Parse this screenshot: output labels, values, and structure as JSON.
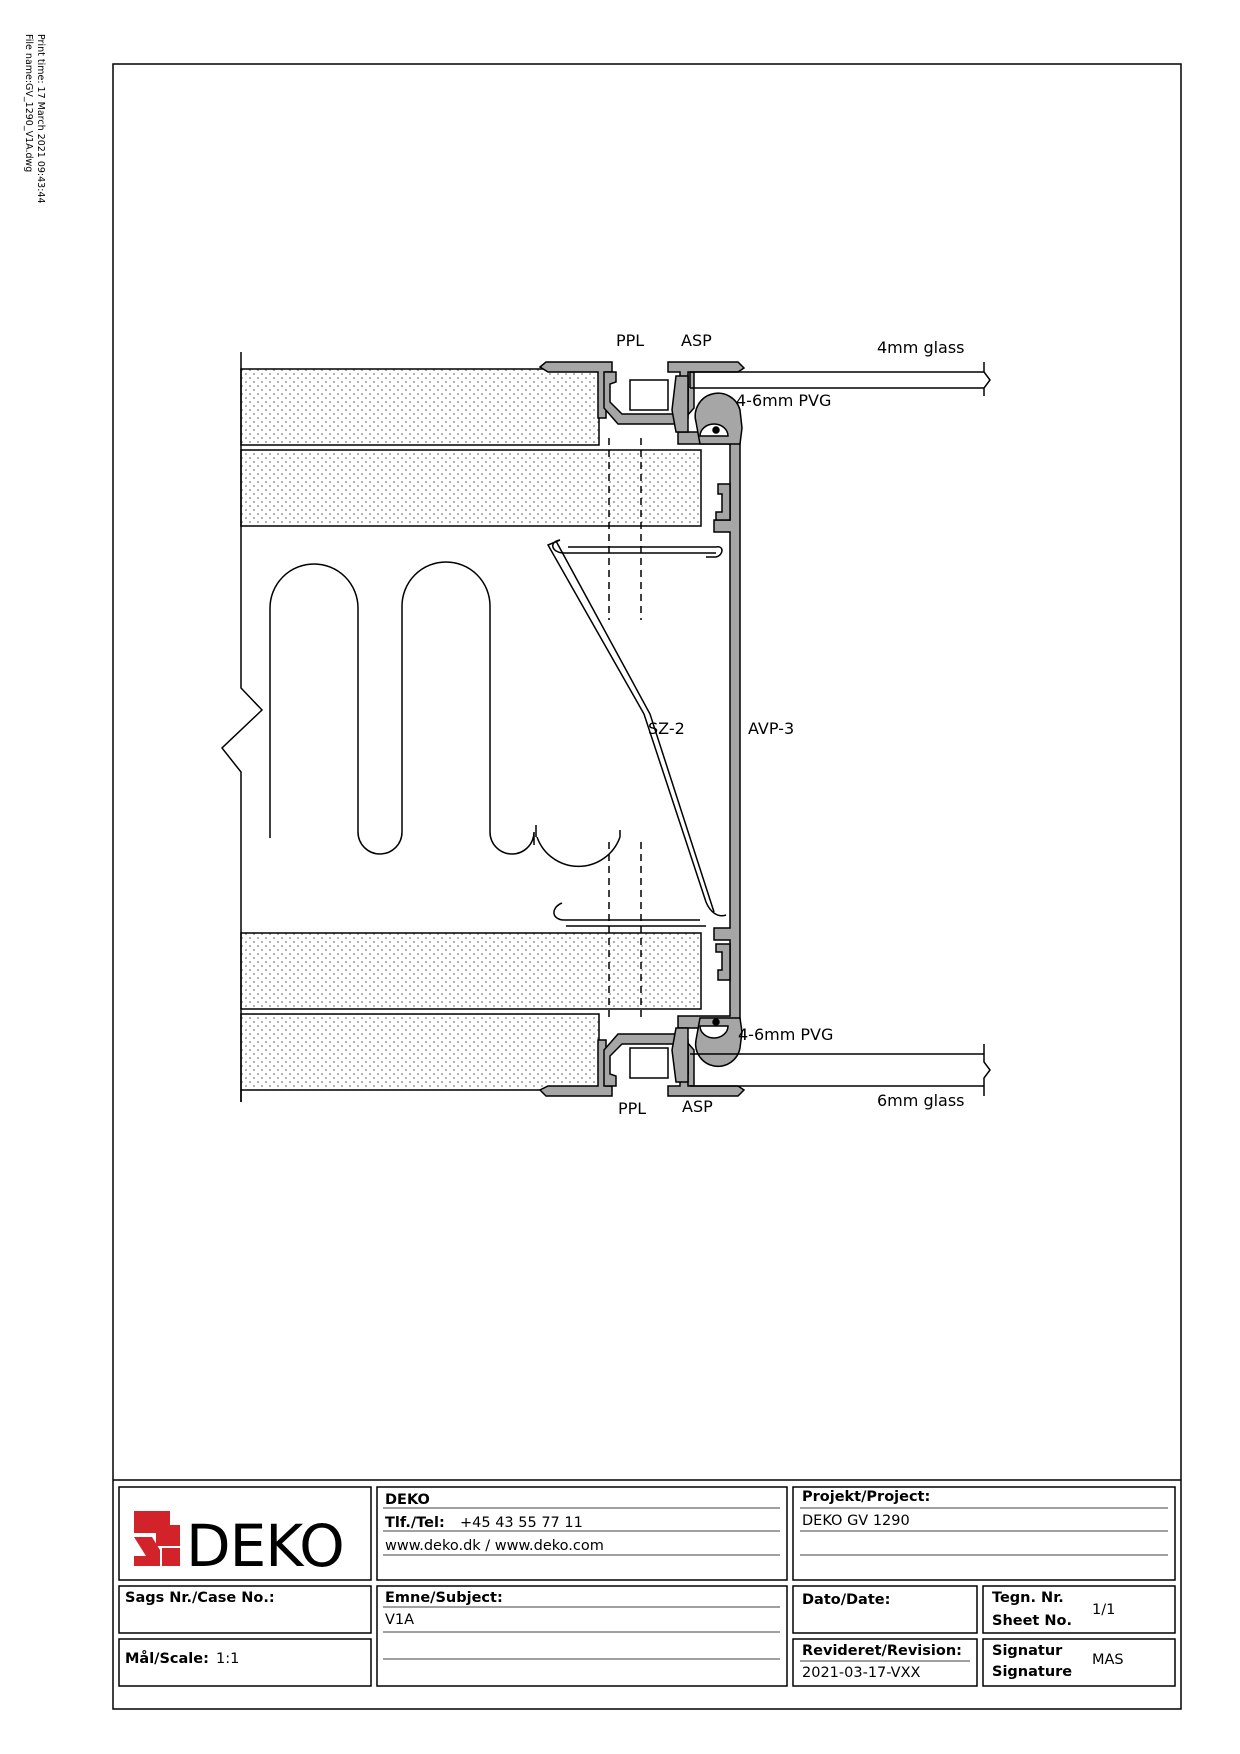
{
  "print_meta": {
    "print_time": "Print time: 17 March 2021 09:43:44",
    "file_name": "File name:GV_1290_V1A.dwg"
  },
  "drawing": {
    "labels": {
      "ppl_top": "PPL",
      "asp_top": "ASP",
      "glass_top": "4mm glass",
      "pvg_top": "4-6mm PVG",
      "sz": "SZ-2",
      "avp": "AVP-3",
      "pvg_bottom": "4-6mm PVG",
      "ppl_bottom": "PPL",
      "asp_bottom": "ASP",
      "glass_bottom": "6mm glass"
    }
  },
  "title_block": {
    "logo_text": "DEKO",
    "company": {
      "name": "DEKO",
      "tel_label": "Tlf./Tel:",
      "tel_value": "+45 43 55 77 11",
      "web": "www.deko.dk / www.deko.com"
    },
    "project": {
      "label": "Projekt/Project:",
      "value": "DEKO GV 1290"
    },
    "case": {
      "label": "Sags Nr./Case No.:",
      "value": ""
    },
    "subject": {
      "label": "Emne/Subject:",
      "value": "V1A"
    },
    "date": {
      "label": "Dato/Date:",
      "value": ""
    },
    "sheet": {
      "label_1": "Tegn. Nr.",
      "label_2": "Sheet No.",
      "value": "1/1"
    },
    "scale": {
      "label": "Mål/Scale:",
      "value": "1:1"
    },
    "revision": {
      "label": "Revideret/Revision:",
      "value": "2021-03-17-VXX"
    },
    "signature": {
      "label_1": "Signatur",
      "label_2": "Signature",
      "value": "MAS"
    }
  },
  "colors": {
    "profile_fill": "#a6a6a6",
    "logo_red": "#d2232a",
    "line": "#000000"
  }
}
